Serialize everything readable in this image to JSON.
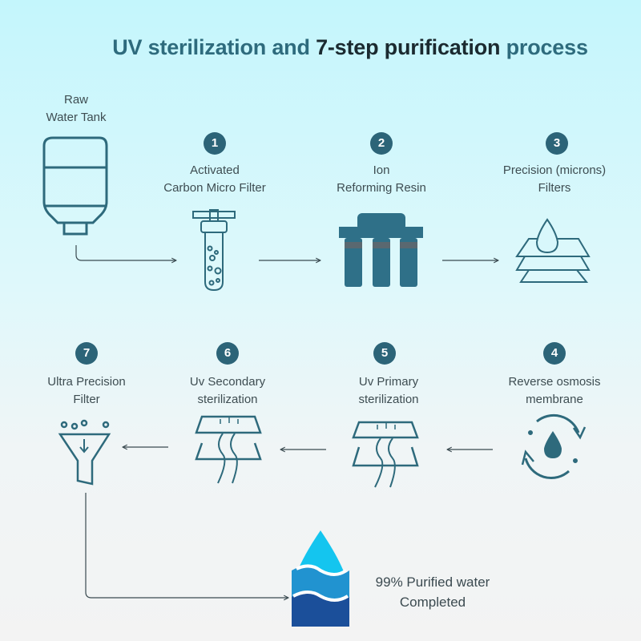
{
  "title": {
    "part1": "UV sterilization and ",
    "part2": "7-step purification",
    "part3": " process"
  },
  "source": {
    "line1": "Raw",
    "line2": "Water Tank"
  },
  "steps": [
    {
      "number": "1",
      "line1": "Activated",
      "line2": "Carbon Micro Filter"
    },
    {
      "number": "2",
      "line1": "Ion",
      "line2": "Reforming Resin"
    },
    {
      "number": "3",
      "line1": "Precision (microns)",
      "line2": "Filters"
    },
    {
      "number": "4",
      "line1": "Reverse osmosis",
      "line2": "membrane"
    },
    {
      "number": "5",
      "line1": "Uv Primary",
      "line2": "sterilization"
    },
    {
      "number": "6",
      "line1": "Uv Secondary",
      "line2": "sterilization"
    },
    {
      "number": "7",
      "line1": "Ultra Precision",
      "line2": "Filter"
    }
  ],
  "result": {
    "line1": "99% Purified water",
    "line2": "Completed"
  },
  "colors": {
    "accent": "#2c6478",
    "title_dark": "#1b2a30",
    "water_light": "#2ab8e6",
    "water_dark": "#1a4f96"
  }
}
